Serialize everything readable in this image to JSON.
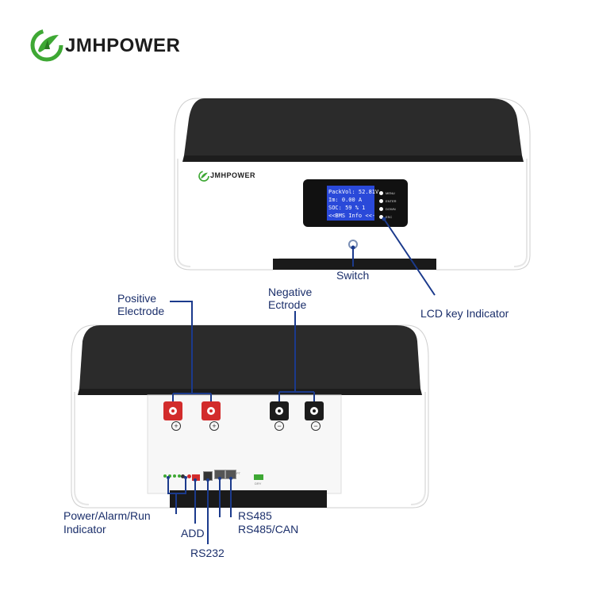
{
  "brand": {
    "name": "JMHPOWER",
    "accent_color": "#3ea834",
    "logo_icon": "leaf-swirl-logo-icon"
  },
  "top_unit": {
    "lcd": {
      "lines": [
        "PackVol: 52.81V",
        "Im:    0.00 A",
        "SOC:  59 % 1",
        "<<BMS Info <<-"
      ],
      "buttons": [
        "MENU",
        "ENTER",
        "DOWN",
        "ESC"
      ],
      "screen_color": "#2a49d9"
    }
  },
  "labels": {
    "switch": "Switch",
    "lcd_key_indicator": "LCD key Indicator",
    "positive_electrode": [
      "Positive",
      "Electrode"
    ],
    "negative_electrode": [
      "Negative",
      "Ectrode"
    ],
    "power_alarm_run": [
      "Power/Alarm/Run",
      "Indicator"
    ],
    "add": "ADD",
    "rs232": "RS232",
    "rs485": "RS485",
    "rs485_can": "RS485/CAN"
  },
  "terminals": {
    "positive_color": "#d22c2c",
    "negative_color": "#1c1c1c",
    "positive_symbol": "+",
    "negative_symbol": "−"
  },
  "ports": {
    "tiny_marks": [
      "PT",
      "DRY"
    ]
  },
  "colors": {
    "callout_line": "#1b3a8c",
    "label_text": "#1b2f6b",
    "lid": "#2b2b2b",
    "body": "#ffffff"
  }
}
